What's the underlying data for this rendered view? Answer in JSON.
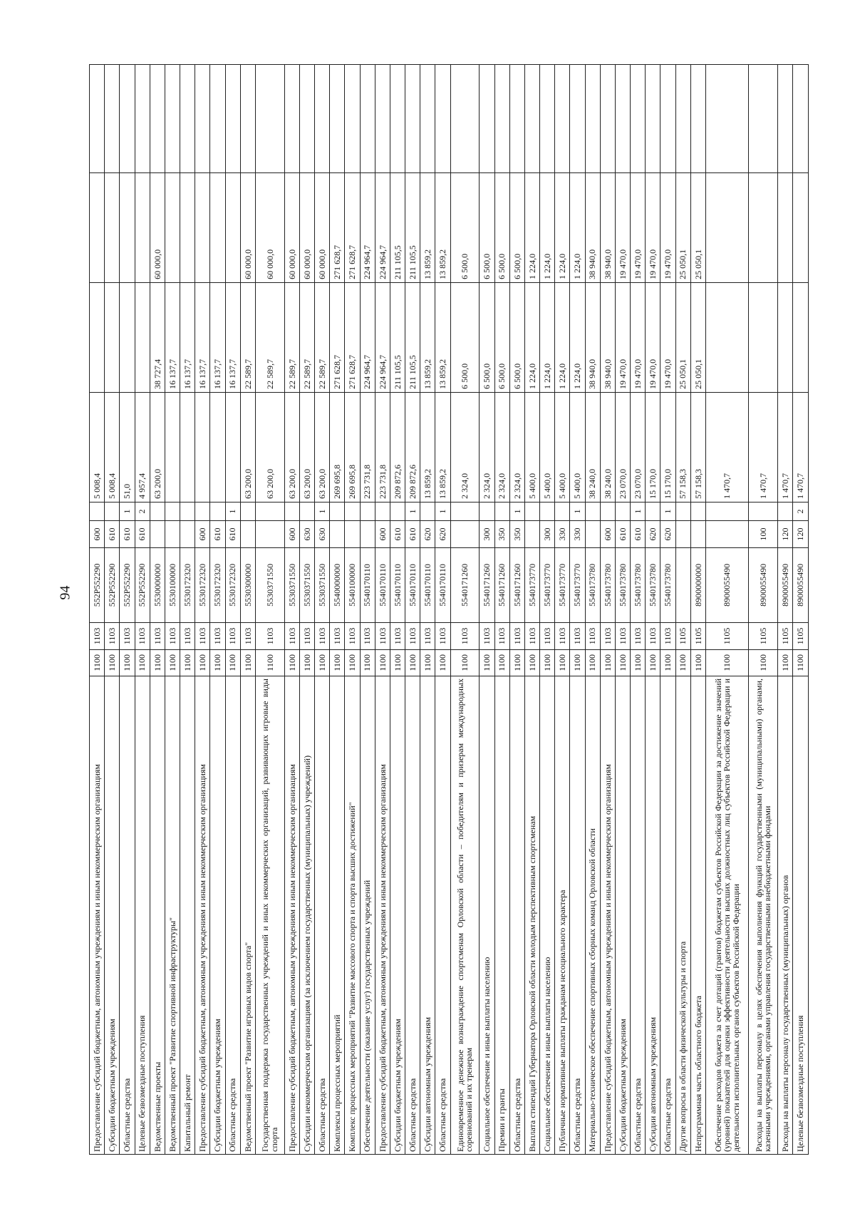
{
  "page": {
    "number": "94"
  },
  "rows": [
    {
      "name": "Предоставление субсидий бюджетным, автономным учреждениям и иным некоммерческим организациям",
      "sect": "1100",
      "sub": "1103",
      "code": "552P552290",
      "type": "600",
      "flag": "",
      "v1": "5 008,4",
      "v2": "",
      "v3": "",
      "v4": ""
    },
    {
      "name": "Субсидии бюджетным учреждениям",
      "sect": "1100",
      "sub": "1103",
      "code": "552P552290",
      "type": "610",
      "flag": "",
      "v1": "5 008,4",
      "v2": "",
      "v3": "",
      "v4": ""
    },
    {
      "name": "Областные средства",
      "sect": "1100",
      "sub": "1103",
      "code": "552P552290",
      "type": "610",
      "flag": "1",
      "v1": "51,0",
      "v2": "",
      "v3": "",
      "v4": ""
    },
    {
      "name": "Целевые безвозмездные поступления",
      "sect": "1100",
      "sub": "1103",
      "code": "552P552290",
      "type": "610",
      "flag": "2",
      "v1": "4 957,4",
      "v2": "",
      "v3": "",
      "v4": ""
    },
    {
      "name": "Ведомственные проекты",
      "sect": "1100",
      "sub": "1103",
      "code": "5530000000",
      "type": "",
      "flag": "",
      "v1": "63 200,0",
      "v2": "38 727,4",
      "v3": "60 000,0",
      "v4": ""
    },
    {
      "name": "Ведомственный проект \"Развитие спортивной инфраструктуры\"",
      "sect": "1100",
      "sub": "1103",
      "code": "5530100000",
      "type": "",
      "flag": "",
      "v1": "",
      "v2": "16 137,7",
      "v3": "",
      "v4": ""
    },
    {
      "name": "Капитальный ремонт",
      "sect": "1100",
      "sub": "1103",
      "code": "5530172320",
      "type": "",
      "flag": "",
      "v1": "",
      "v2": "16 137,7",
      "v3": "",
      "v4": ""
    },
    {
      "name": "Предоставление субсидий бюджетным, автономным учреждениям и иным некоммерческим организациям",
      "sect": "1100",
      "sub": "1103",
      "code": "5530172320",
      "type": "600",
      "flag": "",
      "v1": "",
      "v2": "16 137,7",
      "v3": "",
      "v4": ""
    },
    {
      "name": "Субсидии бюджетным учреждениям",
      "sect": "1100",
      "sub": "1103",
      "code": "5530172320",
      "type": "610",
      "flag": "",
      "v1": "",
      "v2": "16 137,7",
      "v3": "",
      "v4": ""
    },
    {
      "name": "Областные средства",
      "sect": "1100",
      "sub": "1103",
      "code": "5530172320",
      "type": "610",
      "flag": "1",
      "v1": "",
      "v2": "16 137,7",
      "v3": "",
      "v4": ""
    },
    {
      "name": "Ведомственный проект \"Развитие игровых видов спорта\"",
      "sect": "1100",
      "sub": "1103",
      "code": "5530300000",
      "type": "",
      "flag": "",
      "v1": "63 200,0",
      "v2": "22 589,7",
      "v3": "60 000,0",
      "v4": ""
    },
    {
      "name": "Государственная поддержка государственных учреждений и иных некоммерческих организаций, развивающих игровые виды спорта",
      "sect": "1100",
      "sub": "1103",
      "code": "5530371550",
      "type": "",
      "flag": "",
      "v1": "63 200,0",
      "v2": "22 589,7",
      "v3": "60 000,0",
      "v4": "",
      "tall": true
    },
    {
      "name": "Предоставление субсидий бюджетным, автономным учреждениям и иным некоммерческим организациям",
      "sect": "1100",
      "sub": "1103",
      "code": "5530371550",
      "type": "600",
      "flag": "",
      "v1": "63 200,0",
      "v2": "22 589,7",
      "v3": "60 000,0",
      "v4": ""
    },
    {
      "name": "Субсидии некоммерческим организациям (за исключением государственных (муниципальных) учреждений)",
      "sect": "1100",
      "sub": "1103",
      "code": "5530371550",
      "type": "630",
      "flag": "",
      "v1": "63 200,0",
      "v2": "22 589,7",
      "v3": "60 000,0",
      "v4": ""
    },
    {
      "name": "Областные средства",
      "sect": "1100",
      "sub": "1103",
      "code": "5530371550",
      "type": "630",
      "flag": "1",
      "v1": "63 200,0",
      "v2": "22 589,7",
      "v3": "60 000,0",
      "v4": ""
    },
    {
      "name": "Комплексы процессных мероприятий",
      "sect": "1100",
      "sub": "1103",
      "code": "5540000000",
      "type": "",
      "flag": "",
      "v1": "269 695,8",
      "v2": "271 628,7",
      "v3": "271 628,7",
      "v4": ""
    },
    {
      "name": "Комплекс процессных мероприятий \"Развитие массового спорта и спорта высших достижений\"",
      "sect": "1100",
      "sub": "1103",
      "code": "5540100000",
      "type": "",
      "flag": "",
      "v1": "269 695,8",
      "v2": "271 628,7",
      "v3": "271 628,7",
      "v4": ""
    },
    {
      "name": "Обеспечение деятельности (оказание услуг) государственных учреждений",
      "sect": "1100",
      "sub": "1103",
      "code": "5540170110",
      "type": "",
      "flag": "",
      "v1": "223 731,8",
      "v2": "224 964,7",
      "v3": "224 964,7",
      "v4": ""
    },
    {
      "name": "Предоставление субсидий бюджетным, автономным учреждениям и иным некоммерческим организациям",
      "sect": "1100",
      "sub": "1103",
      "code": "5540170110",
      "type": "600",
      "flag": "",
      "v1": "223 731,8",
      "v2": "224 964,7",
      "v3": "224 964,7",
      "v4": ""
    },
    {
      "name": "Субсидии бюджетным учреждениям",
      "sect": "1100",
      "sub": "1103",
      "code": "5540170110",
      "type": "610",
      "flag": "",
      "v1": "209 872,6",
      "v2": "211 105,5",
      "v3": "211 105,5",
      "v4": ""
    },
    {
      "name": "Областные средства",
      "sect": "1100",
      "sub": "1103",
      "code": "5540170110",
      "type": "610",
      "flag": "1",
      "v1": "209 872,6",
      "v2": "211 105,5",
      "v3": "211 105,5",
      "v4": ""
    },
    {
      "name": "Субсидии автономным учреждениям",
      "sect": "1100",
      "sub": "1103",
      "code": "5540170110",
      "type": "620",
      "flag": "",
      "v1": "13 859,2",
      "v2": "13 859,2",
      "v3": "13 859,2",
      "v4": ""
    },
    {
      "name": "Областные средства",
      "sect": "1100",
      "sub": "1103",
      "code": "5540170110",
      "type": "620",
      "flag": "1",
      "v1": "13 859,2",
      "v2": "13 859,2",
      "v3": "13 859,2",
      "v4": ""
    },
    {
      "name": "Единовременное денежное вознаграждение спортсменам Орловской области – победителям и призерам международных соревнований и их тренерам",
      "sect": "1100",
      "sub": "1103",
      "code": "5540171260",
      "type": "",
      "flag": "",
      "v1": "2 324,0",
      "v2": "6 500,0",
      "v3": "6 500,0",
      "v4": "",
      "tall": true
    },
    {
      "name": "Социальное обеспечение и иные выплаты населению",
      "sect": "1100",
      "sub": "1103",
      "code": "5540171260",
      "type": "300",
      "flag": "",
      "v1": "2 324,0",
      "v2": "6 500,0",
      "v3": "6 500,0",
      "v4": ""
    },
    {
      "name": "Премии и гранты",
      "sect": "1100",
      "sub": "1103",
      "code": "5540171260",
      "type": "350",
      "flag": "",
      "v1": "2 324,0",
      "v2": "6 500,0",
      "v3": "6 500,0",
      "v4": ""
    },
    {
      "name": "Областные средства",
      "sect": "1100",
      "sub": "1103",
      "code": "5540171260",
      "type": "350",
      "flag": "1",
      "v1": "2 324,0",
      "v2": "6 500,0",
      "v3": "6 500,0",
      "v4": ""
    },
    {
      "name": "Выплата стипендий Губернатора Орловской области молодым перспективным спортсменам",
      "sect": "1100",
      "sub": "1103",
      "code": "5540173770",
      "type": "",
      "flag": "",
      "v1": "5 400,0",
      "v2": "1 224,0",
      "v3": "1 224,0",
      "v4": ""
    },
    {
      "name": "Социальное обеспечение и иные выплаты населению",
      "sect": "1100",
      "sub": "1103",
      "code": "5540173770",
      "type": "300",
      "flag": "",
      "v1": "5 400,0",
      "v2": "1 224,0",
      "v3": "1 224,0",
      "v4": ""
    },
    {
      "name": "Публичные нормативные выплаты гражданам несоциального характера",
      "sect": "1100",
      "sub": "1103",
      "code": "5540173770",
      "type": "330",
      "flag": "",
      "v1": "5 400,0",
      "v2": "1 224,0",
      "v3": "1 224,0",
      "v4": ""
    },
    {
      "name": "Областные средства",
      "sect": "1100",
      "sub": "1103",
      "code": "5540173770",
      "type": "330",
      "flag": "1",
      "v1": "5 400,0",
      "v2": "1 224,0",
      "v3": "1 224,0",
      "v4": ""
    },
    {
      "name": "Материально-техническое обеспечение спортивных сборных команд Орловской области",
      "sect": "1100",
      "sub": "1103",
      "code": "5540173780",
      "type": "",
      "flag": "",
      "v1": "38 240,0",
      "v2": "38 940,0",
      "v3": "38 940,0",
      "v4": ""
    },
    {
      "name": "Предоставление субсидий бюджетным, автономным учреждениям и иным некоммерческим организациям",
      "sect": "1100",
      "sub": "1103",
      "code": "5540173780",
      "type": "600",
      "flag": "",
      "v1": "38 240,0",
      "v2": "38 940,0",
      "v3": "38 940,0",
      "v4": ""
    },
    {
      "name": "Субсидии бюджетным учреждениям",
      "sect": "1100",
      "sub": "1103",
      "code": "5540173780",
      "type": "610",
      "flag": "",
      "v1": "23 070,0",
      "v2": "19 470,0",
      "v3": "19 470,0",
      "v4": ""
    },
    {
      "name": "Областные средства",
      "sect": "1100",
      "sub": "1103",
      "code": "5540173780",
      "type": "610",
      "flag": "1",
      "v1": "23 070,0",
      "v2": "19 470,0",
      "v3": "19 470,0",
      "v4": ""
    },
    {
      "name": "Субсидии автономным учреждениям",
      "sect": "1100",
      "sub": "1103",
      "code": "5540173780",
      "type": "620",
      "flag": "",
      "v1": "15 170,0",
      "v2": "19 470,0",
      "v3": "19 470,0",
      "v4": ""
    },
    {
      "name": "Областные средства",
      "sect": "1100",
      "sub": "1103",
      "code": "5540173780",
      "type": "620",
      "flag": "1",
      "v1": "15 170,0",
      "v2": "19 470,0",
      "v3": "19 470,0",
      "v4": ""
    },
    {
      "name": "Другие вопросы в области физической культуры и спорта",
      "sect": "1100",
      "sub": "1105",
      "code": "",
      "type": "",
      "flag": "",
      "v1": "57 158,3",
      "v2": "25 050,1",
      "v3": "25 050,1",
      "v4": ""
    },
    {
      "name": "Непрограммная часть областного бюджета",
      "sect": "1100",
      "sub": "1105",
      "code": "8900000000",
      "type": "",
      "flag": "",
      "v1": "57 158,3",
      "v2": "25 050,1",
      "v3": "25 050,1",
      "v4": ""
    },
    {
      "name": "Обеспечение расходов бюджета за счет дотаций (грантов) бюджетам субъектов Российской Федерации за достижение значений (уровней) показателей для оценки эффективности деятельности высших должностных лиц субъектов Российской Федерации и деятельности исполнительных органов субъектов Российской Федерации",
      "sect": "1100",
      "sub": "1105",
      "code": "8900055490",
      "type": "",
      "flag": "",
      "v1": "1 470,7",
      "v2": "",
      "v3": "",
      "v4": "",
      "tall3": true
    },
    {
      "name": "Расходы на выплаты персоналу в целях обеспечения выполнения функций государственными (муниципальными) органами, казенными учреждениями, органами управления государственными внебюджетными фондами",
      "sect": "1100",
      "sub": "1105",
      "code": "8900055490",
      "type": "100",
      "flag": "",
      "v1": "1 470,7",
      "v2": "",
      "v3": "",
      "v4": "",
      "tall": true
    },
    {
      "name": "Расходы на выплаты персоналу государственных (муниципальных) органов",
      "sect": "1100",
      "sub": "1105",
      "code": "8900055490",
      "type": "120",
      "flag": "",
      "v1": "1 470,7",
      "v2": "",
      "v3": "",
      "v4": ""
    },
    {
      "name": "Целевые безвозмездные поступления",
      "sect": "1100",
      "sub": "1105",
      "code": "8900055490",
      "type": "120",
      "flag": "2",
      "v1": "1 470,7",
      "v2": "",
      "v3": "",
      "v4": ""
    }
  ]
}
